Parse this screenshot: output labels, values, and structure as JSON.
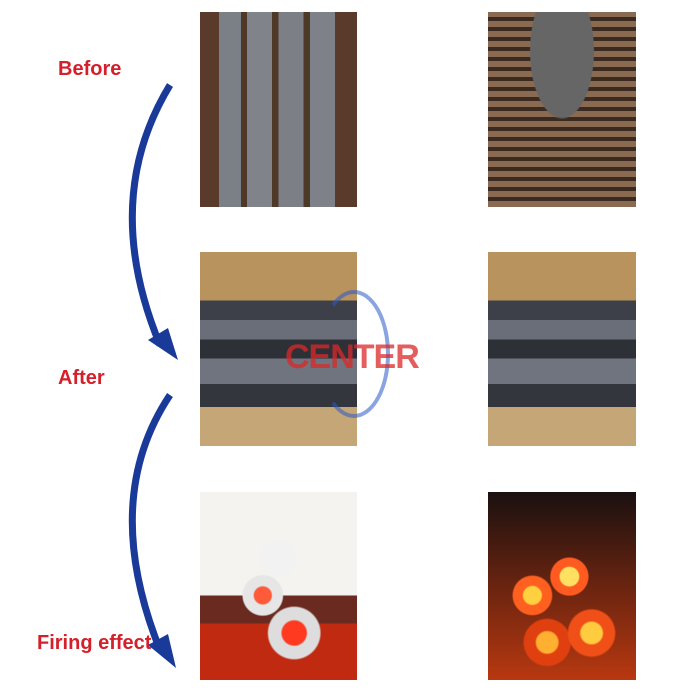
{
  "labels": {
    "before": "Before",
    "after": "After",
    "firing": "Firing effect"
  },
  "watermark": "CENTER",
  "colors": {
    "label": "#d4202a",
    "arrow": "#1a3a9a"
  }
}
